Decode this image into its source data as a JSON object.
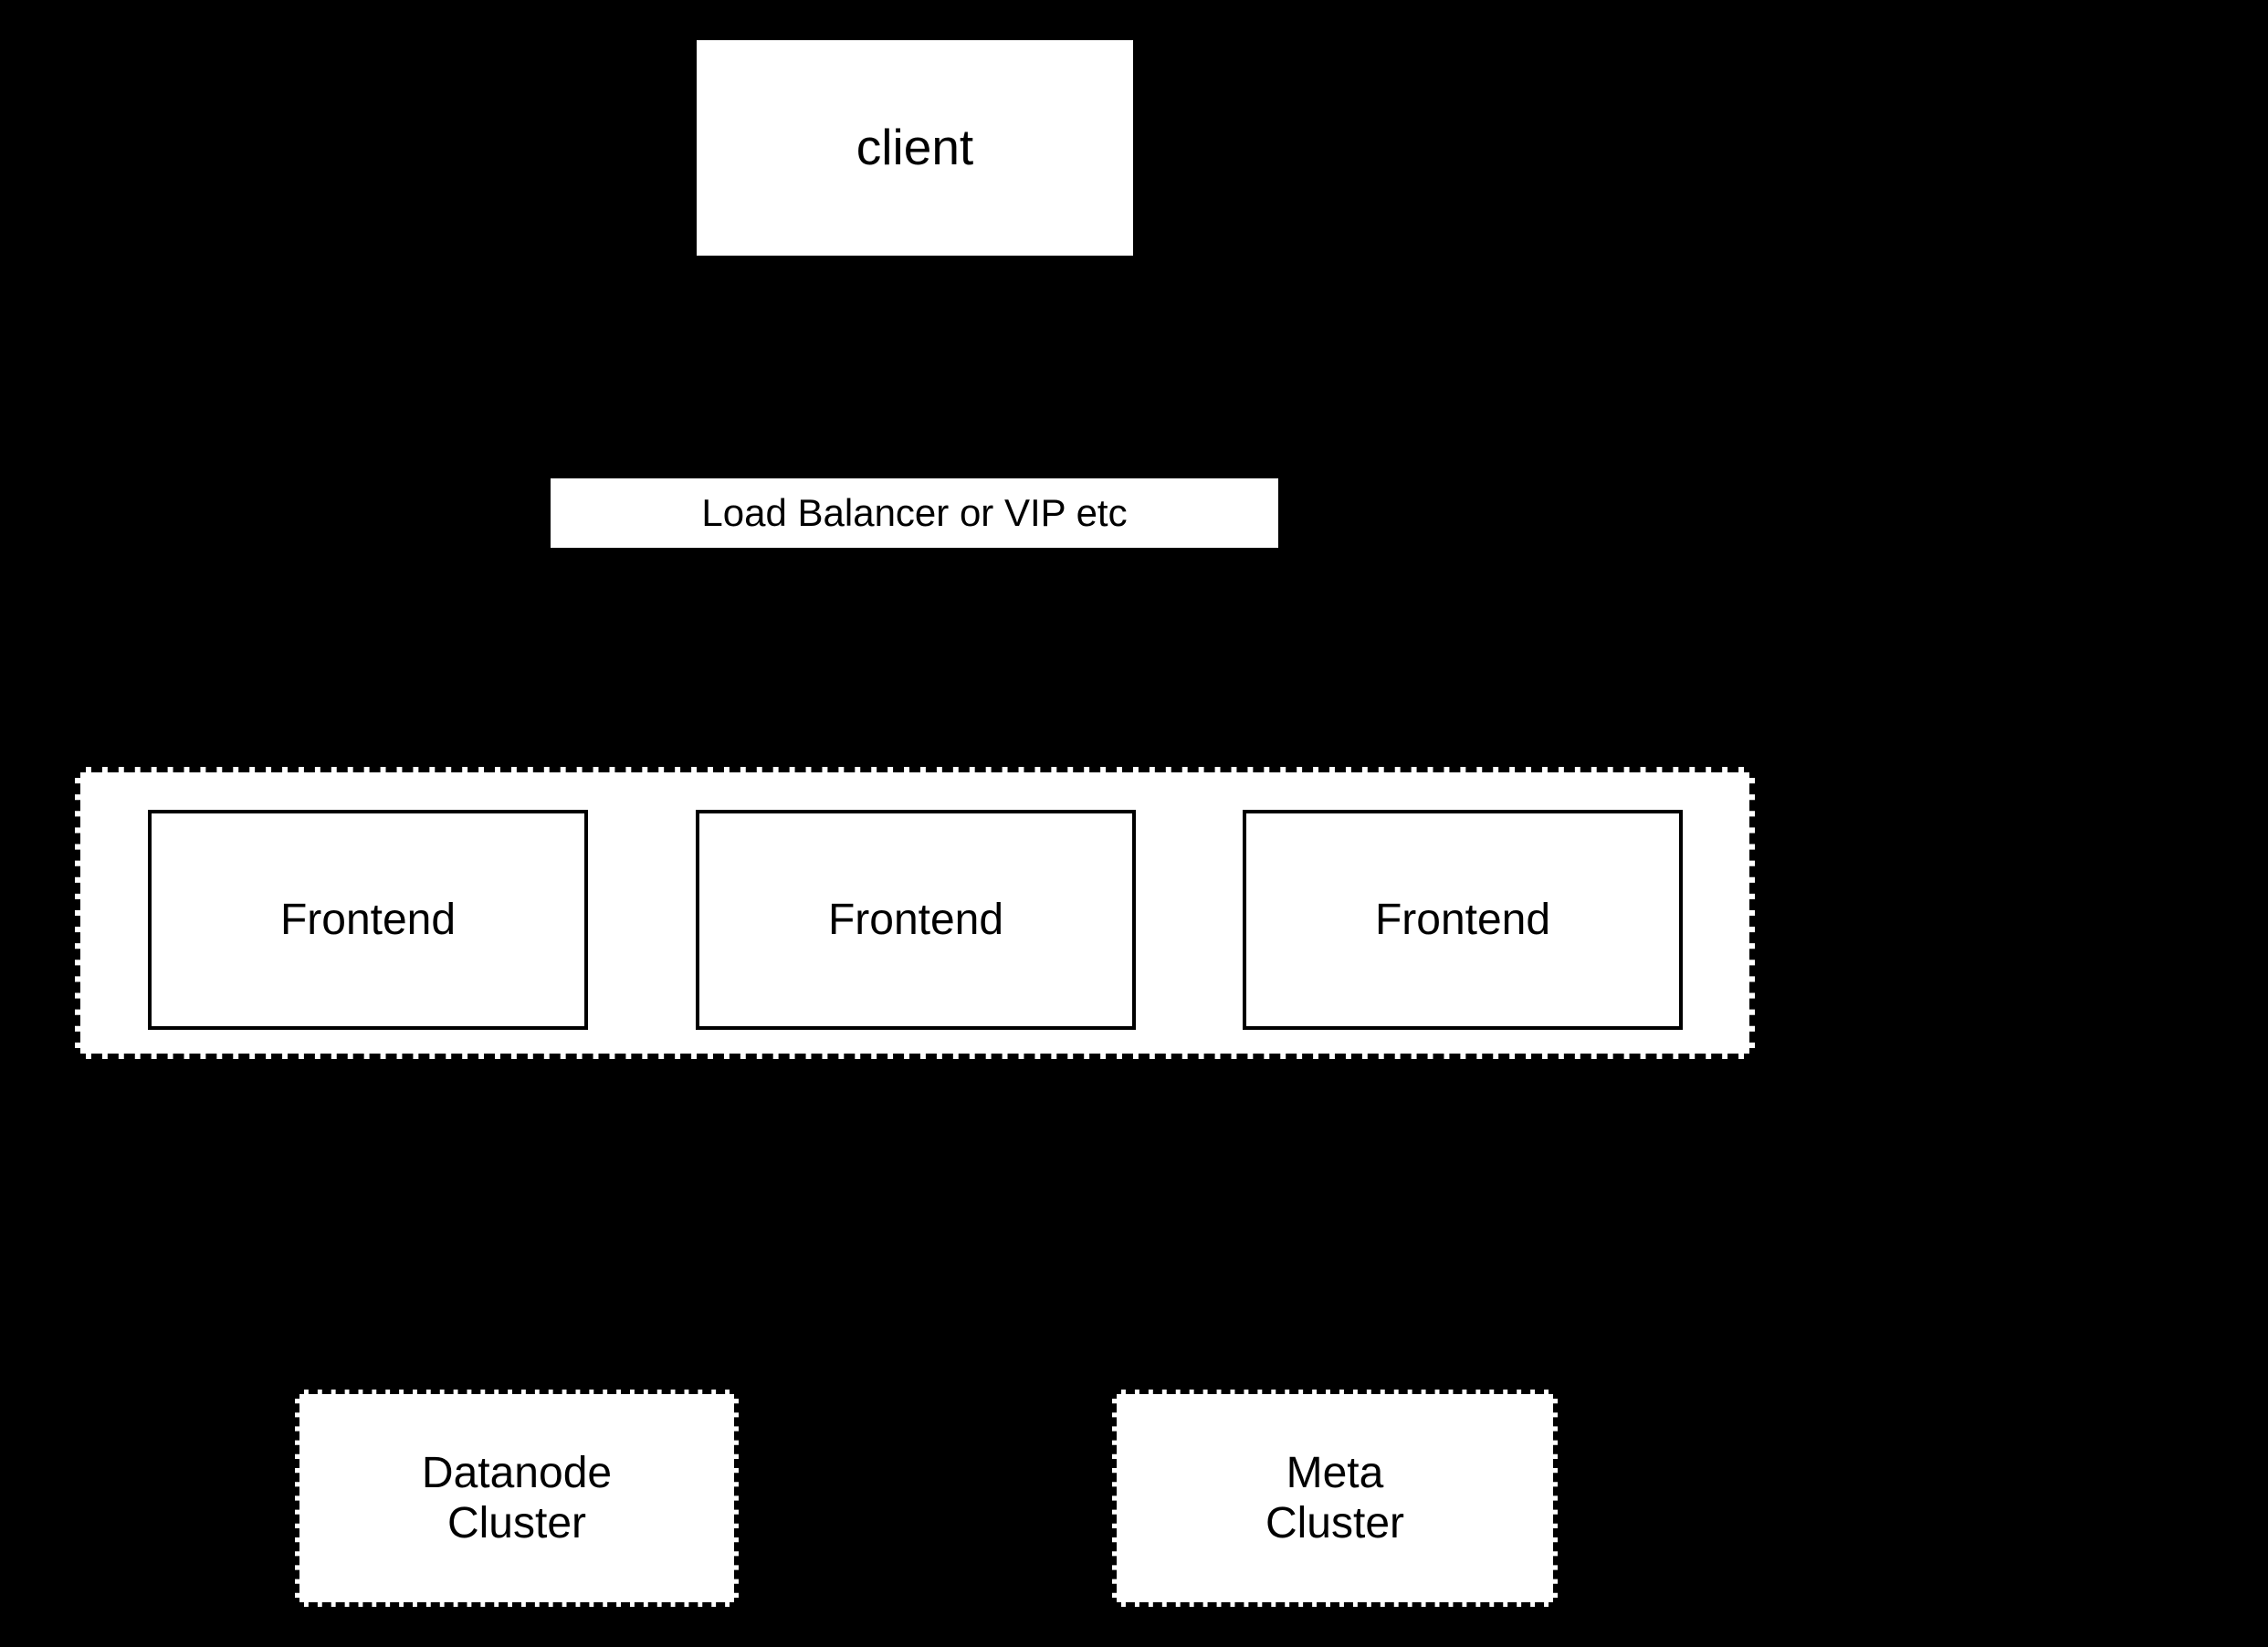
{
  "diagram": {
    "background_color": "#000000",
    "box_fill_color": "#ffffff",
    "text_color": "#000000",
    "nodes": {
      "client": {
        "label": "client"
      },
      "load_balancer": {
        "label": "Load Balancer or VIP etc"
      },
      "frontend_group": {
        "items": [
          {
            "label": "Frontend"
          },
          {
            "label": "Frontend"
          },
          {
            "label": "Frontend"
          }
        ]
      },
      "datanode_cluster": {
        "label": "Datanode\nCluster"
      },
      "meta_cluster": {
        "label": "Meta\nCluster"
      }
    }
  }
}
